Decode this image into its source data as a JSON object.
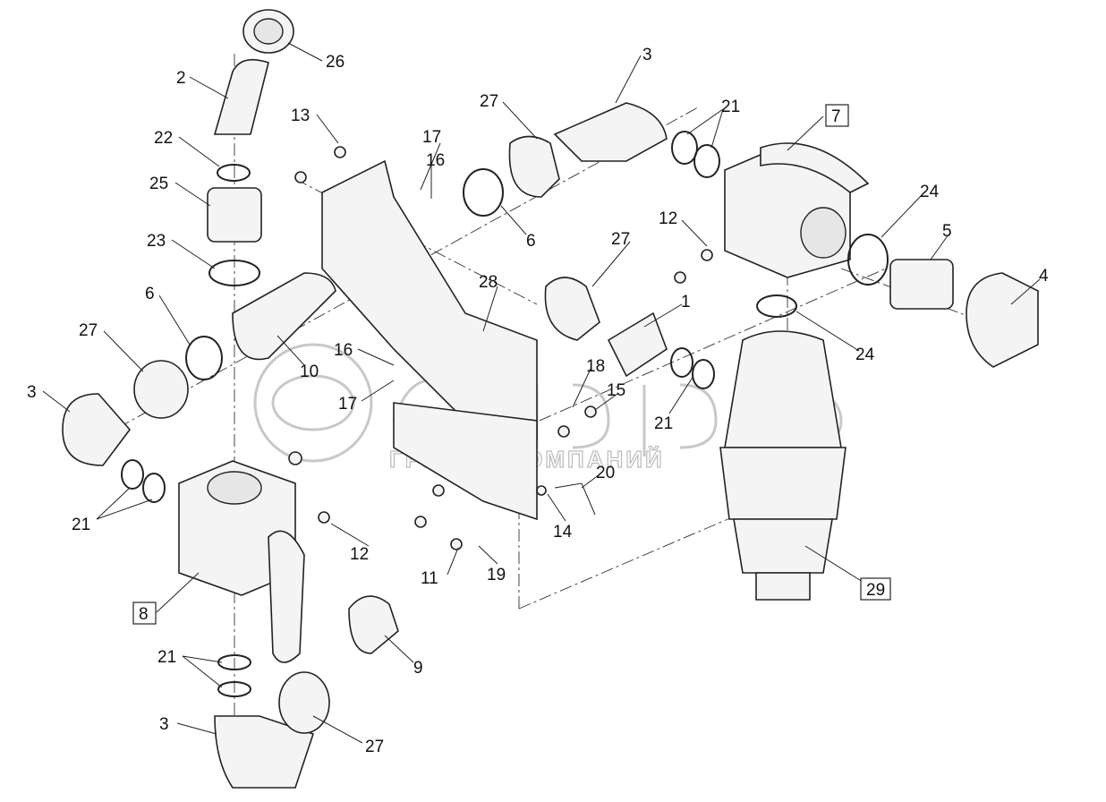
{
  "diagram": {
    "watermark": {
      "brand": "белагро",
      "subtitle": "ГРУППА КОМПАНИЙ"
    },
    "callouts": {
      "c26": "26",
      "c2": "2",
      "c22": "22",
      "c25": "25",
      "c23": "23",
      "c6a": "6",
      "c27a": "27",
      "c3a": "3",
      "c21a": "21",
      "c8": "8",
      "c21b": "21",
      "c3b": "3",
      "c27b": "27",
      "c9": "9",
      "c13": "13",
      "c17a": "17",
      "c16a": "16",
      "c6b": "6",
      "c10": "10",
      "c16b": "16",
      "c17b": "17",
      "c28": "28",
      "c27c": "27",
      "c3c": "3",
      "c21c": "21",
      "c7": "7",
      "c12a": "12",
      "c27d": "27",
      "c24a": "24",
      "c5": "5",
      "c4": "4",
      "c1": "1",
      "c24b": "24",
      "c21d": "21",
      "c18": "18",
      "c15": "15",
      "c20": "20",
      "c14": "14",
      "c12b": "12",
      "c11": "11",
      "c19": "19",
      "c29": "29"
    },
    "boxed_callouts": [
      "7",
      "8",
      "29"
    ]
  }
}
